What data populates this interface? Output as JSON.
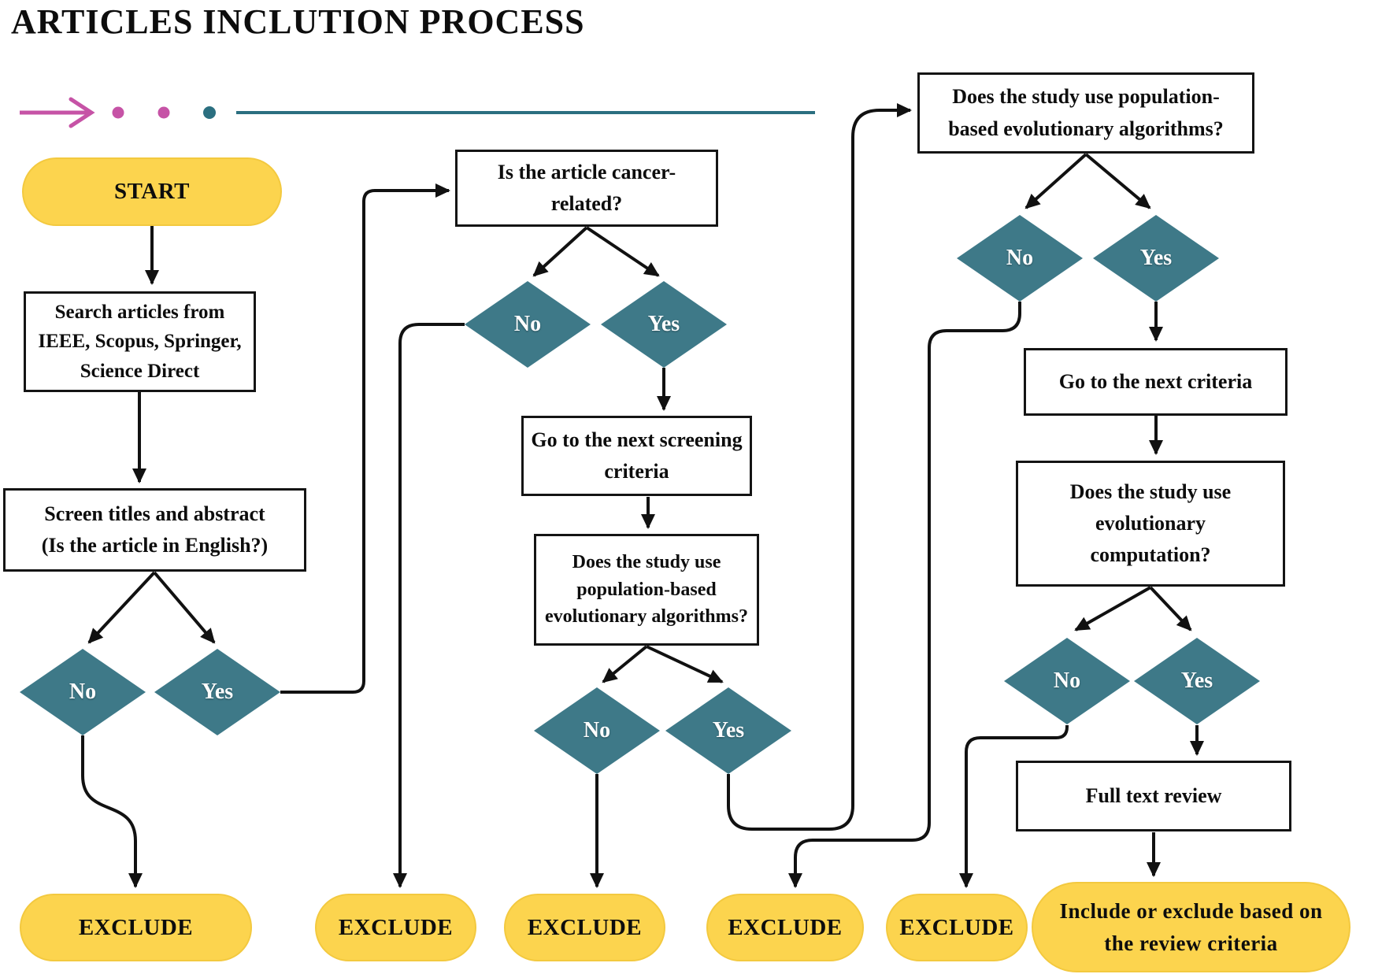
{
  "title": "ARTICLES INCLUTION PROCESS",
  "colors": {
    "node_yellow": "#FCD44E",
    "diamond_teal": "#3E7988",
    "decor_pink": "#C653A6",
    "decor_teal_line": "#2B6F80",
    "connector_black": "#111111"
  },
  "decor": {
    "pink_arrow": "pink-arrow-right",
    "dots": [
      "pink-dot",
      "pink-dot",
      "teal-dot"
    ],
    "teal_line": "horizontal-teal-rule"
  },
  "nodes": {
    "start": {
      "label": "START"
    },
    "search": {
      "lines": [
        "Search articles from",
        "IEEE, Scopus, Springer,",
        "Science Direct"
      ]
    },
    "screen": {
      "lines": [
        "Screen titles and abstract",
        "(Is the article in English?)"
      ]
    },
    "cancer": {
      "lines": [
        "Is the article cancer-",
        "related?"
      ]
    },
    "next_screening": {
      "lines": [
        "Go to the next screening",
        "criteria"
      ]
    },
    "population1": {
      "lines": [
        "Does the study use",
        "population-based",
        "evolutionary algorithms?"
      ]
    },
    "population2": {
      "lines": [
        "Does the study use population-",
        "based evolutionary algorithms?"
      ]
    },
    "next_criteria": {
      "lines": [
        "Go to the next criteria"
      ]
    },
    "evolutionary": {
      "lines": [
        "Does the study use",
        "evolutionary",
        "computation?"
      ]
    },
    "full_text": {
      "lines": [
        "Full text review"
      ]
    },
    "include_exclude": {
      "lines": [
        "Include or exclude based on",
        "the review criteria"
      ]
    }
  },
  "decisions": [
    {
      "no": "No",
      "yes": "Yes"
    },
    {
      "no": "No",
      "yes": "Yes"
    },
    {
      "no": "No",
      "yes": "Yes"
    },
    {
      "no": "No",
      "yes": "Yes"
    },
    {
      "no": "No",
      "yes": "Yes"
    }
  ],
  "excludes": [
    "EXCLUDE",
    "EXCLUDE",
    "EXCLUDE",
    "EXCLUDE",
    "EXCLUDE"
  ]
}
